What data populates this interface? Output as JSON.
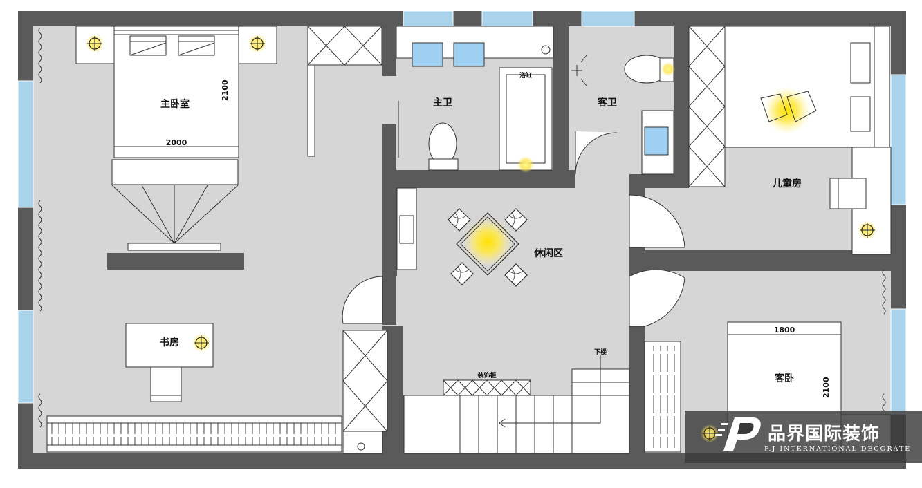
{
  "rooms": {
    "master_bedroom": "主卧室",
    "master_bath": "主卫",
    "guest_bath": "客卫",
    "kids_room": "儿童房",
    "lounge": "休闲区",
    "study": "书房",
    "guest_bedroom": "客卧"
  },
  "fixtures": {
    "bathtub": "浴缸",
    "decor_cabinet": "装饰柜",
    "downstairs": "下楼"
  },
  "dimensions": {
    "master_bed_length": "2100",
    "master_bed_width": "2000",
    "guest_bed_width": "1800",
    "guest_bed_length": "2100"
  },
  "watermark": {
    "brand_cn": "品界国际装饰",
    "brand_en": "P.J INTERNATIONAL DECORATE"
  },
  "colors": {
    "wall": "#5a5a5a",
    "floor": "#d6d6d6",
    "basin": "#9fd0f2",
    "lamp_glow": "#ffe64d",
    "window": "#a9d3ea"
  }
}
